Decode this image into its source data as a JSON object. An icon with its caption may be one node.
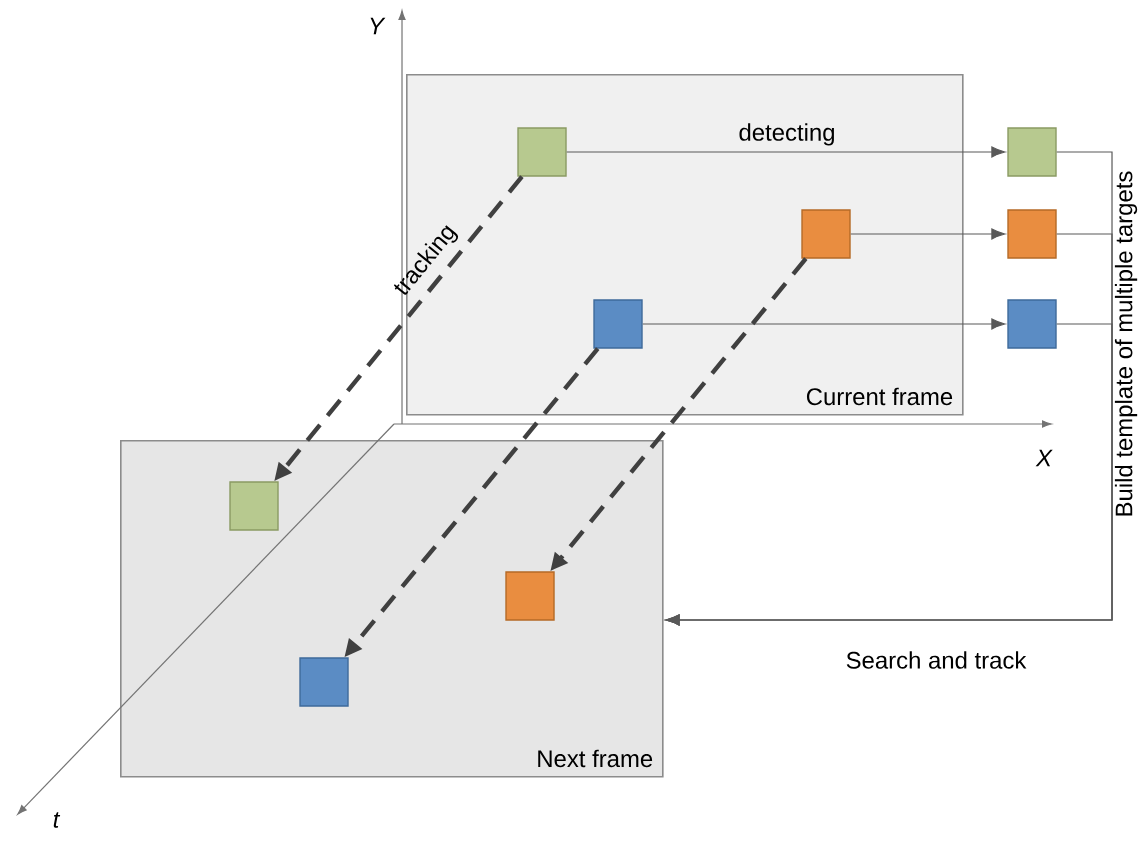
{
  "diagram": {
    "nodes": [
      {
        "text": [
          "Current frame"
        ]
      },
      {
        "text": [],
        "shape": "box",
        "in": 0
      },
      {
        "text": [],
        "shape": "box",
        "in": 0
      },
      {
        "text": [],
        "shape": "box",
        "in": 0
      },
      {
        "text": [],
        "shape": "box"
      },
      {
        "text": [],
        "shape": "box"
      },
      {
        "text": [],
        "shape": "box"
      },
      {
        "text": [
          "Next frame"
        ]
      },
      {
        "text": [],
        "shape": "box",
        "in": 7
      },
      {
        "text": [],
        "shape": "box",
        "in": 7
      },
      {
        "text": [],
        "shape": "box",
        "in": 7
      }
    ],
    "edges": [
      {
        "from": 1,
        "to": 4,
        "arrow": "to",
        "label": "detecting"
      },
      {
        "from": 2,
        "to": 5,
        "arrow": "to"
      },
      {
        "from": 3,
        "to": 6,
        "arrow": "to"
      },
      {
        "from": 1,
        "to": 8,
        "arrow": "to",
        "label": "tracking",
        "style": "dashed",
        "color": "#404040"
      },
      {
        "from": 2,
        "to": 9,
        "arrow": "to",
        "style": "dashed",
        "color": "#404040"
      },
      {
        "from": 3,
        "to": 10,
        "arrow": "to",
        "style": "dashed",
        "color": "#404040"
      },
      {
        "from": 4,
        "to": 7,
        "arrow": "to"
      },
      {
        "from": 5,
        "to": 7,
        "arrow": "to"
      },
      {
        "from": 6,
        "to": 7,
        "arrow": "to"
      }
    ],
    "labels": [
      "Y",
      "X",
      "Build template of multiple targets",
      "Search and track",
      "t"
    ]
  }
}
